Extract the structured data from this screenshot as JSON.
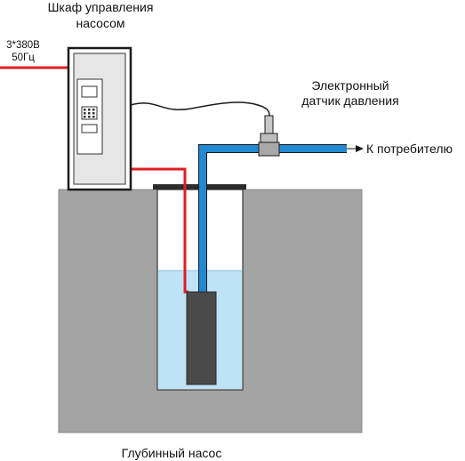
{
  "labels": {
    "cabinet_line1": "Шкаф управления",
    "cabinet_line2": "насосом",
    "power_line1": "3*380В",
    "power_line2": "50Гц",
    "sensor_line1": "Электронный",
    "sensor_line2": "датчик давления",
    "consumer": "К потребителю",
    "pump": "Глубинный насос"
  },
  "colors": {
    "ground": "#a4a4a4",
    "water": "#bfe3f6",
    "pipe": "#2389d0",
    "power_cable": "#e01e25",
    "pump_body": "#4a4a4a",
    "cabinet_fill": "#e6e6e6",
    "outline": "#1a1a1a"
  }
}
